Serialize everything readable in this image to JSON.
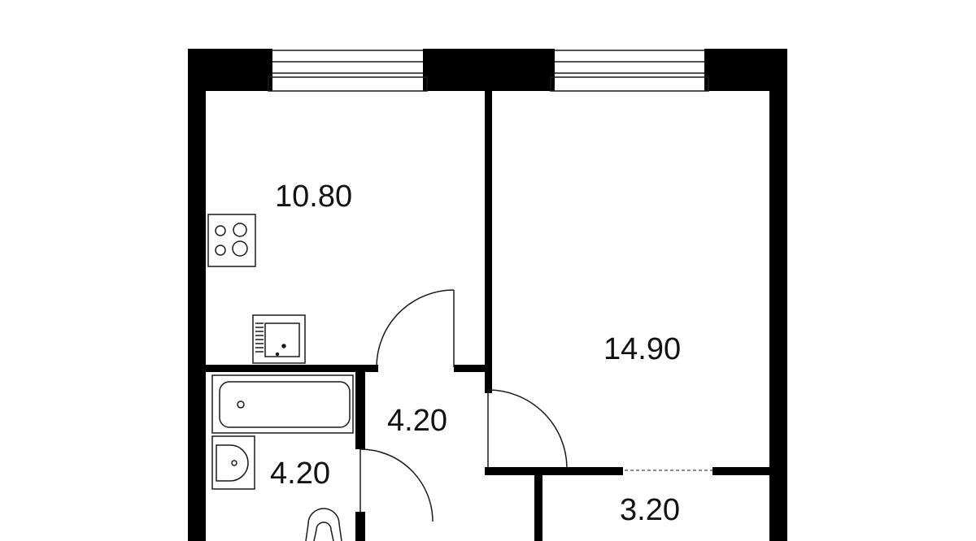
{
  "floor_plan": {
    "rooms": [
      {
        "id": "kitchen",
        "area": "10.80"
      },
      {
        "id": "bedroom",
        "area": "14.90"
      },
      {
        "id": "hallway",
        "area": "4.20"
      },
      {
        "id": "bathroom",
        "area": "4.20"
      },
      {
        "id": "balcony",
        "area": "3.20"
      }
    ],
    "colors": {
      "wall": "#000000",
      "line": "#1a1a1a",
      "background": "#ffffff"
    },
    "icons": [
      "stove-icon",
      "sink-icon",
      "bathtub-icon",
      "washbasin-icon",
      "toilet-icon"
    ]
  }
}
